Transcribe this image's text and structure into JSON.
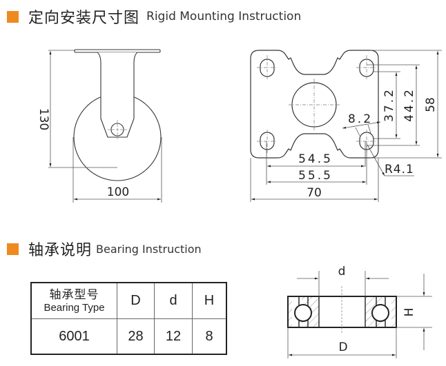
{
  "sections": {
    "mounting": {
      "title_cn": "定向安装尺寸图",
      "title_en": "Rigid Mounting Instruction",
      "accent_color": "#ee8a1f"
    },
    "bearing": {
      "title_cn": "轴承说明",
      "title_en": "Bearing Instruction",
      "accent_color": "#ee8a1f"
    }
  },
  "side_view": {
    "height_label": "130",
    "width_label": "100"
  },
  "top_plate": {
    "dims": {
      "inner_width": "54.5",
      "slot_width": "55.5",
      "plate_width": "70",
      "inner_height_small": "37.2",
      "inner_height_large": "44.2",
      "plate_height": "58",
      "slot_length": "8.2",
      "slot_radius": "R4.1"
    }
  },
  "bearing_table": {
    "header": {
      "type_cn": "轴承型号",
      "type_en": "Bearing Type",
      "col_D": "D",
      "col_d": "d",
      "col_H": "H"
    },
    "rows": [
      {
        "type": "6001",
        "D": "28",
        "d": "12",
        "H": "8"
      }
    ]
  },
  "bearing_diagram": {
    "label_d": "d",
    "label_D": "D",
    "label_H": "H"
  }
}
